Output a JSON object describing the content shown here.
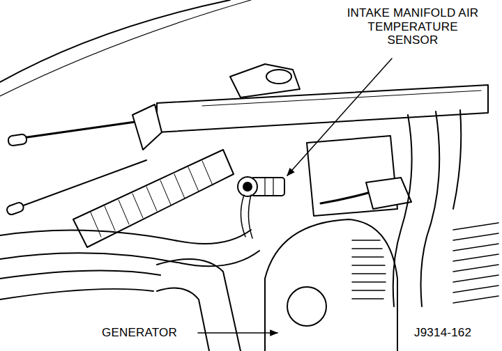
{
  "diagram": {
    "labels": [
      "INTAKE MANIFOLD AIR TEMPERATURE SENSOR",
      "GENERATOR",
      "J9314-162"
    ]
  }
}
